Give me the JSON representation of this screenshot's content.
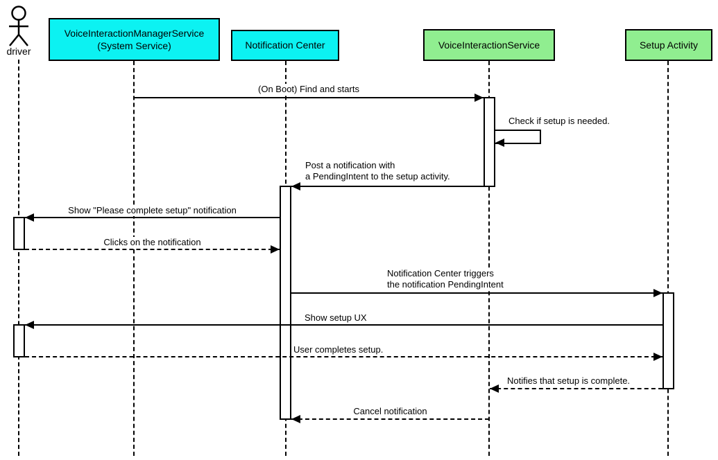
{
  "colors": {
    "cyan_fill": "#0cf2f2",
    "green_fill": "#90ee90",
    "line": "#000000",
    "background": "#ffffff"
  },
  "actor": {
    "label": "driver"
  },
  "participants": [
    {
      "label": "VoiceInteractionManagerService",
      "sublabel": "(System Service)",
      "fill": "cyan"
    },
    {
      "label": "Notification Center",
      "fill": "cyan"
    },
    {
      "label": "VoiceInteractionService",
      "fill": "green"
    },
    {
      "label": "Setup Activity",
      "fill": "green"
    }
  ],
  "messages": [
    {
      "label": "(On Boot) Find and starts",
      "from": "VoiceInteractionManagerService (System Service)",
      "to": "VoiceInteractionService",
      "style": "solid"
    },
    {
      "label": "Check if setup is needed.",
      "from": "VoiceInteractionService",
      "to": "VoiceInteractionService",
      "style": "self-call"
    },
    {
      "line1": "Post a notification with",
      "line2": "a PendingIntent to the setup activity.",
      "from": "VoiceInteractionService",
      "to": "Notification Center",
      "style": "solid"
    },
    {
      "label": "Show \"Please complete setup\" notification",
      "from": "Notification Center",
      "to": "driver",
      "style": "solid"
    },
    {
      "label": "Clicks on the notification",
      "from": "driver",
      "to": "Notification Center",
      "style": "dashed"
    },
    {
      "line1": "Notification Center triggers",
      "line2": "the notification PendingIntent",
      "from": "Notification Center",
      "to": "Setup Activity",
      "style": "solid"
    },
    {
      "label": "Show setup UX",
      "from": "Setup Activity",
      "to": "driver",
      "style": "solid"
    },
    {
      "label": "User completes setup.",
      "from": "driver",
      "to": "Setup Activity",
      "style": "dashed"
    },
    {
      "label": "Notifies that setup is complete.",
      "from": "Setup Activity",
      "to": "VoiceInteractionService",
      "style": "dashed"
    },
    {
      "label": "Cancel notification",
      "from": "VoiceInteractionService",
      "to": "Notification Center",
      "style": "dashed"
    }
  ]
}
